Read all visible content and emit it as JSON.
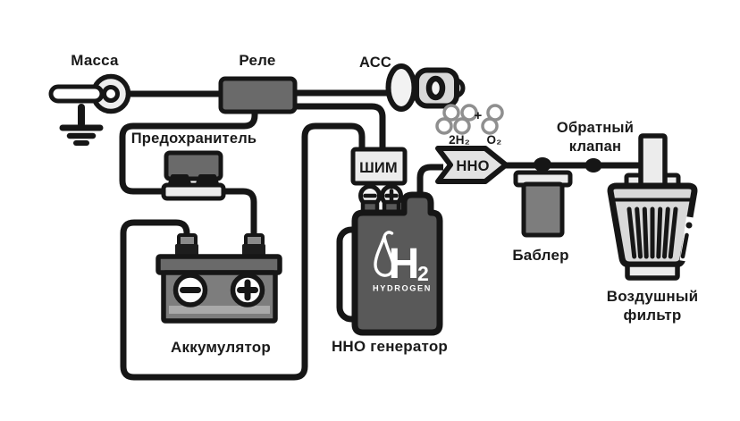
{
  "diagram": {
    "background": "#ffffff",
    "components": {
      "ground": {
        "label": "Масса"
      },
      "relay": {
        "label": "Реле"
      },
      "ignition": {
        "label": "АСС"
      },
      "fuse": {
        "label": "Предохранитель"
      },
      "battery": {
        "label": "Аккумулятор"
      },
      "pwm": {
        "label": "ШИМ"
      },
      "generator": {
        "label": "HHO генератор",
        "logo_element": "H",
        "logo_subscript": "2",
        "logo_caption": "HYDROGEN"
      },
      "gas": {
        "h2": "2H₂",
        "plus": "+",
        "o2": "O₂"
      },
      "flow_arrow": {
        "label": "HHO"
      },
      "bubbler": {
        "label": "Баблер"
      },
      "check_valve": {
        "label_line1": "Обратный",
        "label_line2": "клапан"
      },
      "air_filter": {
        "label_line1": "Воздушный",
        "label_line2": "фильтр"
      }
    },
    "colors": {
      "wire": "#161616",
      "metal_dark": "#6a6a6a",
      "metal_mid": "#7d7d7d",
      "panel_light": "#ececec",
      "arrow_fill": "#e3e3e3",
      "tank_fill": "#595959",
      "filter_fill": "#d9d9d9",
      "molecule_stroke": "#8f8f8f",
      "text": "#1a1a1a"
    }
  }
}
